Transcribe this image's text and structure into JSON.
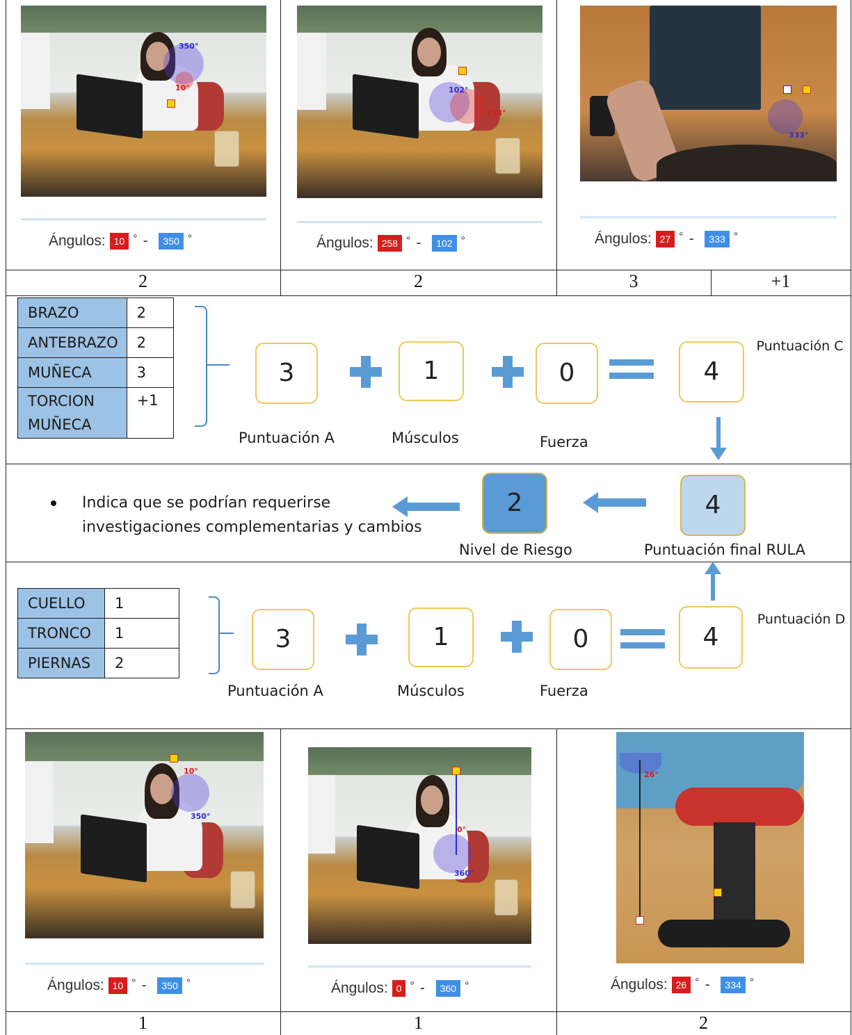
{
  "rula_upper": {
    "panels": [
      {
        "angles_label": "Ángulos:",
        "angle_red": "10",
        "angle_blue": "350",
        "overlay_labels": [
          "350°",
          "10°"
        ],
        "score": "2"
      },
      {
        "angles_label": "Ángulos:",
        "angle_red": "258",
        "angle_blue": "102",
        "overlay_labels": [
          "102°",
          "258°"
        ],
        "score": "2"
      },
      {
        "angles_label": "Ángulos:",
        "angle_red": "27",
        "angle_blue": "333",
        "overlay_labels": [
          "333°"
        ],
        "score": "3",
        "score_extra": "+1"
      }
    ],
    "degree_symbol": "°",
    "dash": "-"
  },
  "group_a": {
    "factors": [
      {
        "name": "BRAZO",
        "value": "2"
      },
      {
        "name": "ANTEBRAZO",
        "value": "2"
      },
      {
        "name": "MUÑECA",
        "value": "3"
      },
      {
        "name": "TORCION MUÑECA",
        "value": "+1"
      }
    ],
    "equation": {
      "score_a": "3",
      "muscles": "1",
      "force": "0",
      "result": "4"
    },
    "captions": {
      "score_a": "Puntuación A",
      "muscles": "Músculos",
      "force": "Fuerza",
      "result": "Puntuación C"
    }
  },
  "final": {
    "bullet": "Indica que se podrían requerirse investigaciones complementarias y cambios",
    "risk_level": "2",
    "risk_level_label": "Nivel de Riesgo",
    "final_score": "4",
    "final_score_label": "Puntuación final RULA"
  },
  "group_b": {
    "factors": [
      {
        "name": "CUELLO",
        "value": "1"
      },
      {
        "name": "TRONCO",
        "value": "1"
      },
      {
        "name": "PIERNAS",
        "value": "2"
      }
    ],
    "equation": {
      "score_a": "3",
      "muscles": "1",
      "force": "0",
      "result": "4"
    },
    "captions": {
      "score_a": "Puntuación A",
      "muscles": "Músculos",
      "force": "Fuerza",
      "result": "Puntuación D"
    }
  },
  "rula_lower": {
    "panels": [
      {
        "angles_label": "Ángulos:",
        "angle_red": "10",
        "angle_blue": "350",
        "overlay_labels": [
          "10°",
          "350°"
        ],
        "score": "1"
      },
      {
        "angles_label": "Ángulos:",
        "angle_red": "0",
        "angle_blue": "360",
        "overlay_labels": [
          "0°",
          "360°"
        ],
        "score": "1"
      },
      {
        "angles_label": "Ángulos:",
        "angle_red": "26",
        "angle_blue": "334",
        "overlay_labels": [
          "26°"
        ],
        "score": "2"
      }
    ]
  }
}
